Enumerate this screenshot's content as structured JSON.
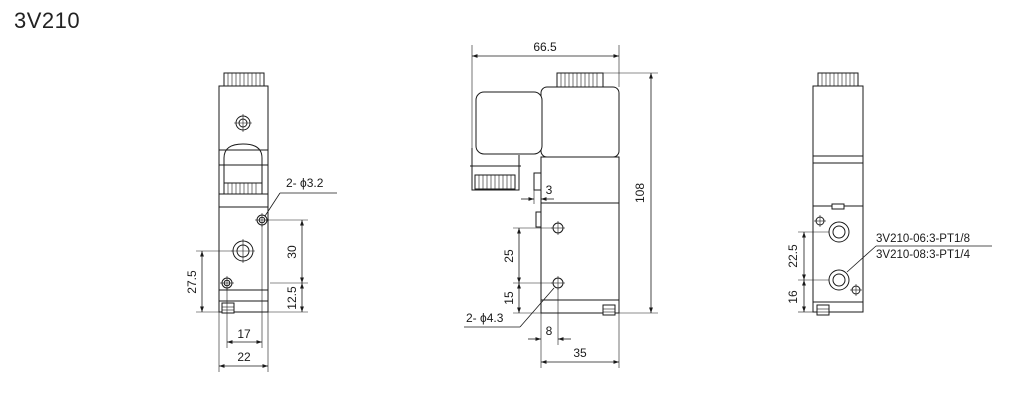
{
  "title": "3V210",
  "left_view": {
    "hole_callout": "2- ϕ3.2",
    "dims": {
      "d30": "30",
      "d27_5": "27.5",
      "d12_5": "12.5",
      "d17": "17",
      "d22": "22"
    }
  },
  "center_view": {
    "hole_callout": "2- ϕ4.3",
    "dims": {
      "d66_5": "66.5",
      "d108": "108",
      "d3": "3",
      "d25": "25",
      "d15": "15",
      "d8": "8",
      "d35": "35"
    }
  },
  "right_view": {
    "port_label_1": "3V210-06:3-PT1/8",
    "port_label_2": "3V210-08:3-PT1/4",
    "dims": {
      "d22_5": "22.5",
      "d16": "16"
    }
  }
}
